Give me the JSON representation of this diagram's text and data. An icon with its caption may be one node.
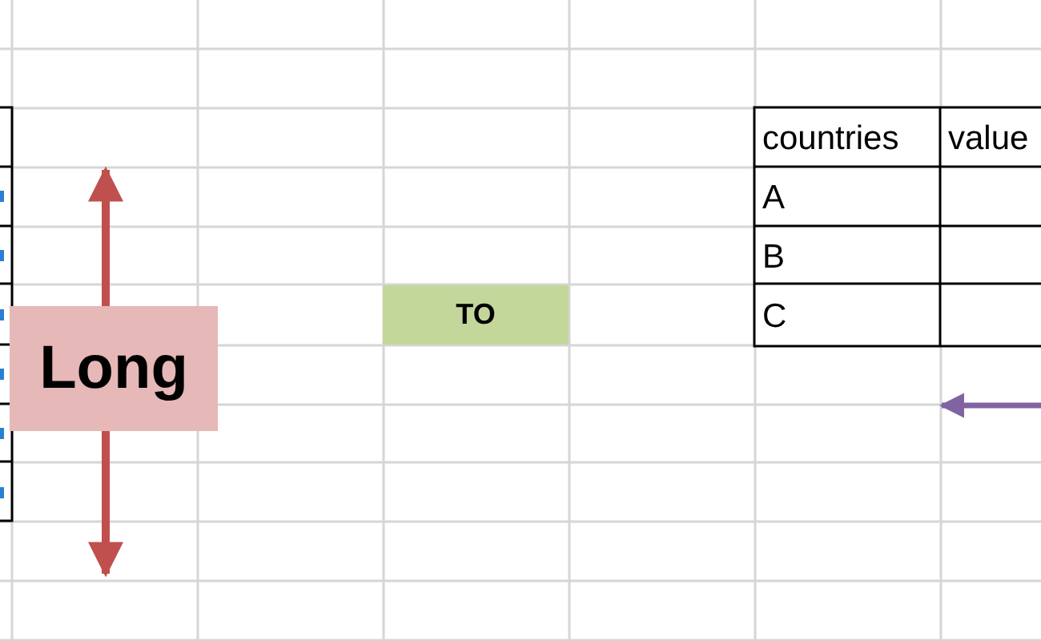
{
  "diagram": {
    "nodes": [
      {
        "text": [
          "Long"
        ]
      },
      {
        "text": [
          "TO"
        ]
      }
    ],
    "labels": [
      "countries",
      "value",
      "A",
      "B",
      "C"
    ]
  }
}
